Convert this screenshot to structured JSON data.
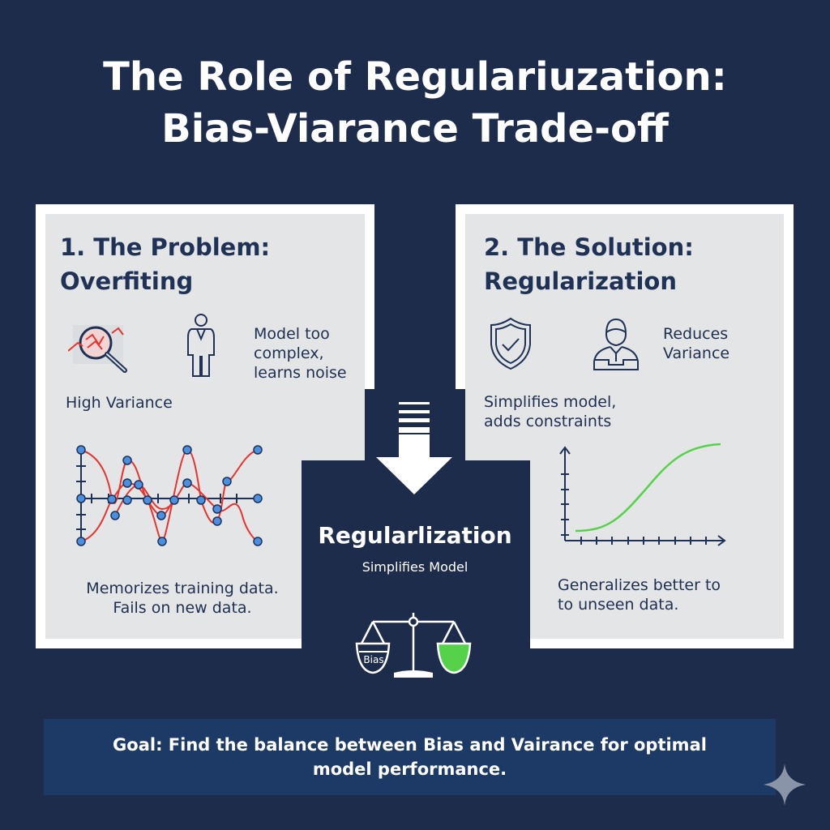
{
  "title": {
    "line1": "The Role of Regulariuzation:",
    "line2": "Bias-Viarance Trade-off"
  },
  "problem": {
    "heading_line1": "1. The Problem:",
    "heading_line2": "Overfiting",
    "icon_label": "High Variance",
    "side_text": [
      "Model too",
      "complex,",
      "learns noise"
    ],
    "caption": [
      "Memorizes training data.",
      "Fails on new data."
    ]
  },
  "solution": {
    "heading_line1": "2. The Solution:",
    "heading_line2": "Regularization",
    "side_text": [
      "Reduces",
      "Variance"
    ],
    "sub_text": [
      "Simplifies model,",
      "adds constraints"
    ],
    "caption": [
      "Generalizes better to",
      "to unseen data."
    ]
  },
  "center": {
    "title": "Regularlization",
    "subtitle": "Simplifies Model",
    "scale_left_label": "Bias"
  },
  "goal": "Goal: Find the balance between Bias and Vairance for optimal model performance.",
  "colors": {
    "background": "#1e2c4c",
    "banner": "#1d3a66",
    "accent_green": "#56d24a",
    "accent_red": "#e8332e",
    "point_blue": "#4a90e2"
  }
}
